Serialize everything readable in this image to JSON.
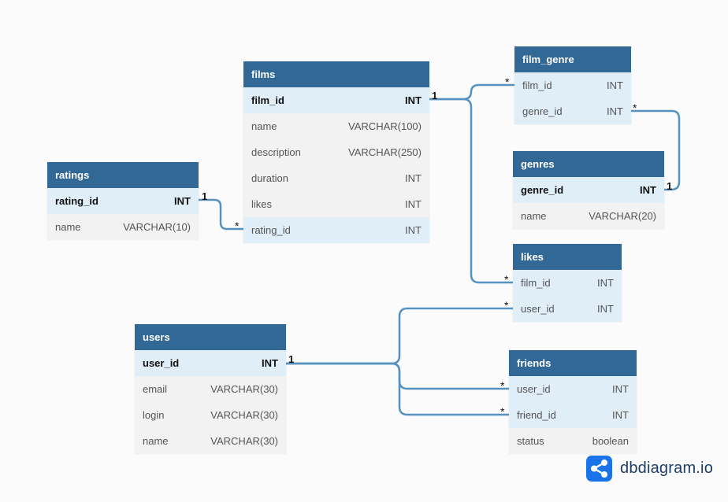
{
  "colors": {
    "header": "#316896",
    "key_row": "#dfeef7",
    "row": "#f2f2f2",
    "connector": "#5592bf",
    "logo_blue": "#1a73e8"
  },
  "tables": [
    {
      "id": "films",
      "name": "films",
      "columns": [
        {
          "name": "film_id",
          "type": "INT",
          "pk": true
        },
        {
          "name": "name",
          "type": "VARCHAR(100)"
        },
        {
          "name": "description",
          "type": "VARCHAR(250)"
        },
        {
          "name": "duration",
          "type": "INT"
        },
        {
          "name": "likes",
          "type": "INT"
        },
        {
          "name": "rating_id",
          "type": "INT",
          "highlight": true
        }
      ]
    },
    {
      "id": "film_genre",
      "name": "film_genre",
      "columns": [
        {
          "name": "film_id",
          "type": "INT",
          "highlight": true
        },
        {
          "name": "genre_id",
          "type": "INT",
          "highlight": true
        }
      ]
    },
    {
      "id": "genres",
      "name": "genres",
      "columns": [
        {
          "name": "genre_id",
          "type": "INT",
          "pk": true
        },
        {
          "name": "name",
          "type": "VARCHAR(20)"
        }
      ]
    },
    {
      "id": "ratings",
      "name": "ratings",
      "columns": [
        {
          "name": "rating_id",
          "type": "INT",
          "pk": true
        },
        {
          "name": "name",
          "type": "VARCHAR(10)"
        }
      ]
    },
    {
      "id": "likes",
      "name": "likes",
      "columns": [
        {
          "name": "film_id",
          "type": "INT",
          "highlight": true
        },
        {
          "name": "user_id",
          "type": "INT",
          "highlight": true
        }
      ]
    },
    {
      "id": "users",
      "name": "users",
      "columns": [
        {
          "name": "user_id",
          "type": "INT",
          "pk": true
        },
        {
          "name": "email",
          "type": "VARCHAR(30)"
        },
        {
          "name": "login",
          "type": "VARCHAR(30)"
        },
        {
          "name": "name",
          "type": "VARCHAR(30)"
        }
      ]
    },
    {
      "id": "friends",
      "name": "friends",
      "columns": [
        {
          "name": "user_id",
          "type": "INT",
          "highlight": true
        },
        {
          "name": "friend_id",
          "type": "INT",
          "highlight": true
        },
        {
          "name": "status",
          "type": "boolean"
        }
      ]
    }
  ],
  "relationships": [
    {
      "from": "films.film_id",
      "to": "film_genre.film_id",
      "one": "1",
      "many": "*"
    },
    {
      "from": "films.film_id",
      "to": "likes.film_id",
      "one": "1",
      "many": "*"
    },
    {
      "from": "genres.genre_id",
      "to": "film_genre.genre_id",
      "one": "1",
      "many": "*"
    },
    {
      "from": "ratings.rating_id",
      "to": "films.rating_id",
      "one": "1",
      "many": "*"
    },
    {
      "from": "users.user_id",
      "to": "likes.user_id",
      "one": "1",
      "many": "*"
    },
    {
      "from": "users.user_id",
      "to": "friends.user_id",
      "one": "1",
      "many": "*"
    },
    {
      "from": "users.user_id",
      "to": "friends.friend_id",
      "one": "1",
      "many": "*"
    }
  ],
  "branding": {
    "logo_text": "dbdiagram.io",
    "logo_icon": "share-nodes-icon"
  }
}
